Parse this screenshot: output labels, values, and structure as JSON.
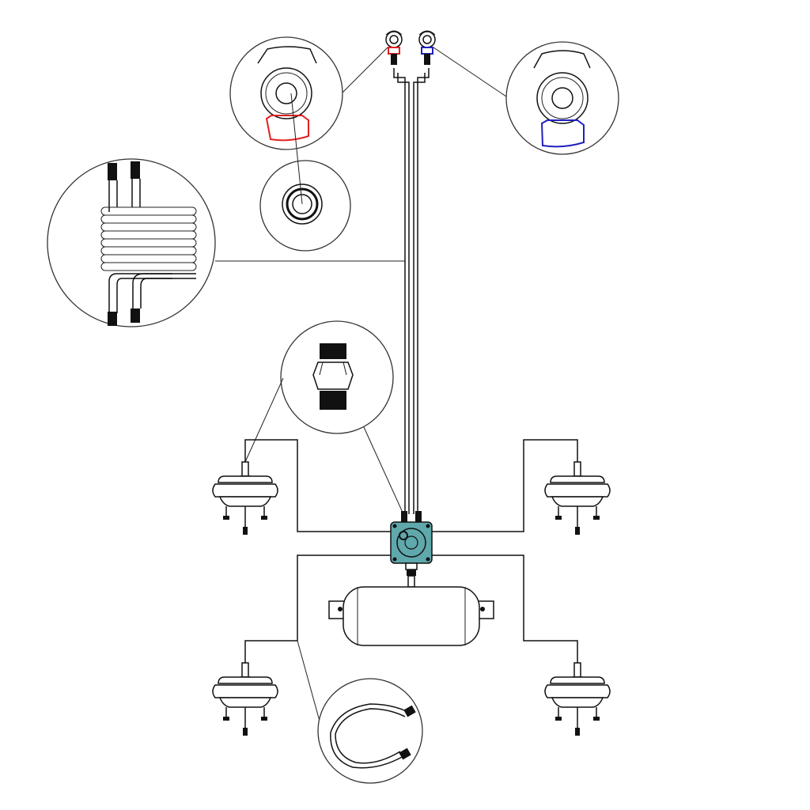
{
  "diagram": {
    "type": "trailer-air-brake-system-schematic",
    "labels": [],
    "colors": {
      "line": "#111111",
      "background": "#ffffff",
      "emergency_coupler": "#e02020",
      "service_coupler": "#2020c0",
      "relay_valve": "#5fa8ac"
    },
    "components": [
      {
        "name": "gladhand-emergency",
        "icon": "red-gladhand-icon"
      },
      {
        "name": "gladhand-service",
        "icon": "blue-gladhand-icon"
      },
      {
        "name": "coiled-air-lines",
        "icon": "coil-icon"
      },
      {
        "name": "relay-emergency-valve",
        "icon": "valve-icon"
      },
      {
        "name": "air-reservoir-tank",
        "icon": "tank-icon"
      },
      {
        "name": "brake-chamber",
        "count": 4,
        "icon": "brake-chamber-icon"
      },
      {
        "name": "fitting-connector",
        "icon": "fitting-icon"
      },
      {
        "name": "air-hose",
        "icon": "hose-icon"
      },
      {
        "name": "gladhand-seal",
        "icon": "seal-icon"
      }
    ]
  }
}
